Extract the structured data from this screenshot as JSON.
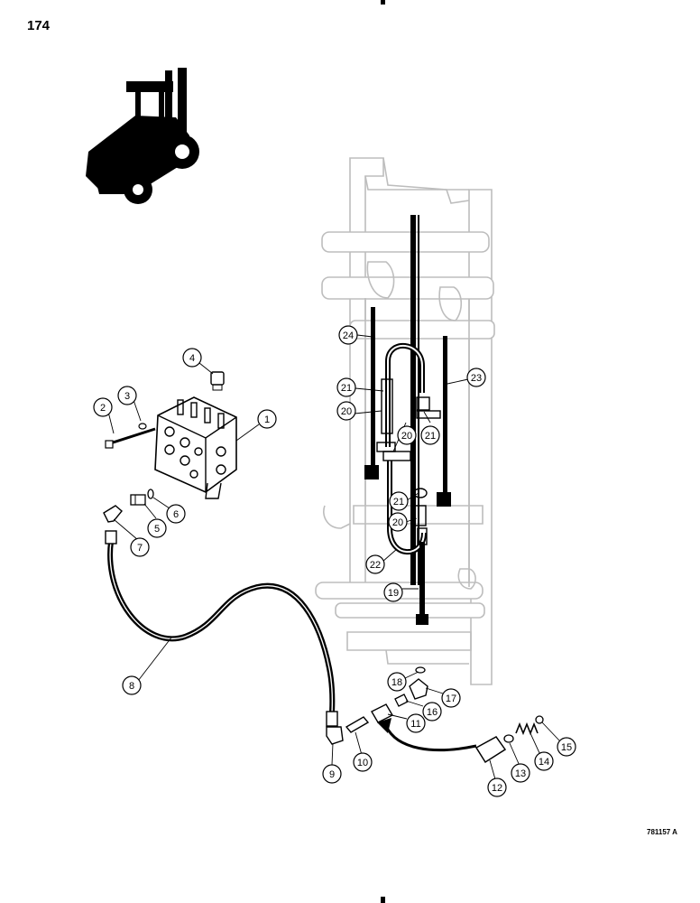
{
  "page_number": "174",
  "figure_code": "781157 A",
  "callouts": [
    "1",
    "2",
    "3",
    "4",
    "5",
    "6",
    "7",
    "8",
    "9",
    "10",
    "11",
    "12",
    "13",
    "14",
    "15",
    "16",
    "17",
    "18",
    "19",
    "20",
    "20",
    "20",
    "21",
    "21",
    "21",
    "22",
    "23",
    "24"
  ]
}
